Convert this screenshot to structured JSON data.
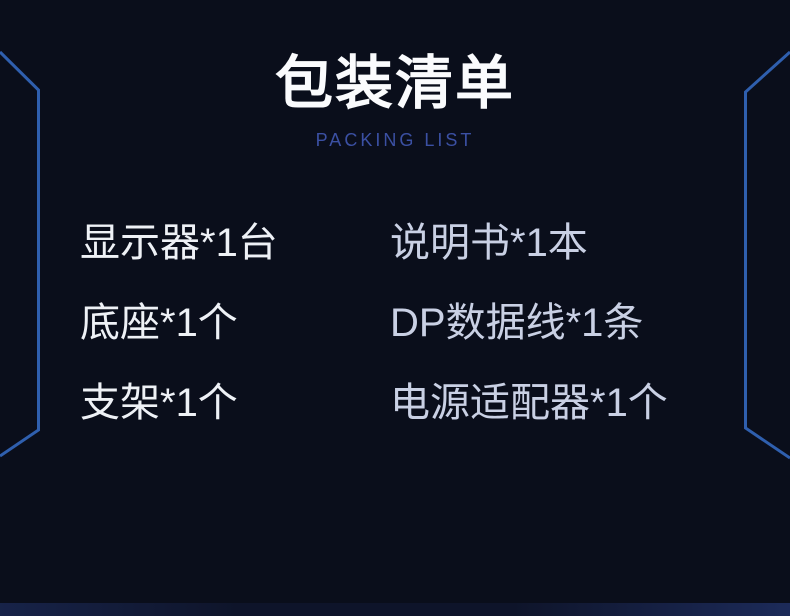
{
  "header": {
    "title": "包装清单",
    "subtitle": "PACKING LIST"
  },
  "packing_list": {
    "left": [
      "显示器*1台",
      "底座*1个",
      "支架*1个"
    ],
    "right": [
      "说明书*1本",
      "DP数据线*1条",
      "电源适配器*1个"
    ]
  },
  "colors": {
    "background": "#0a0e1b",
    "title": "#fafbfd",
    "subtitle": "#3b50a3",
    "items_left": "#eef1f6",
    "items_right": "#c9d0e4",
    "accent_line": "#2f5fae",
    "bottom_bar": "#16204a"
  }
}
